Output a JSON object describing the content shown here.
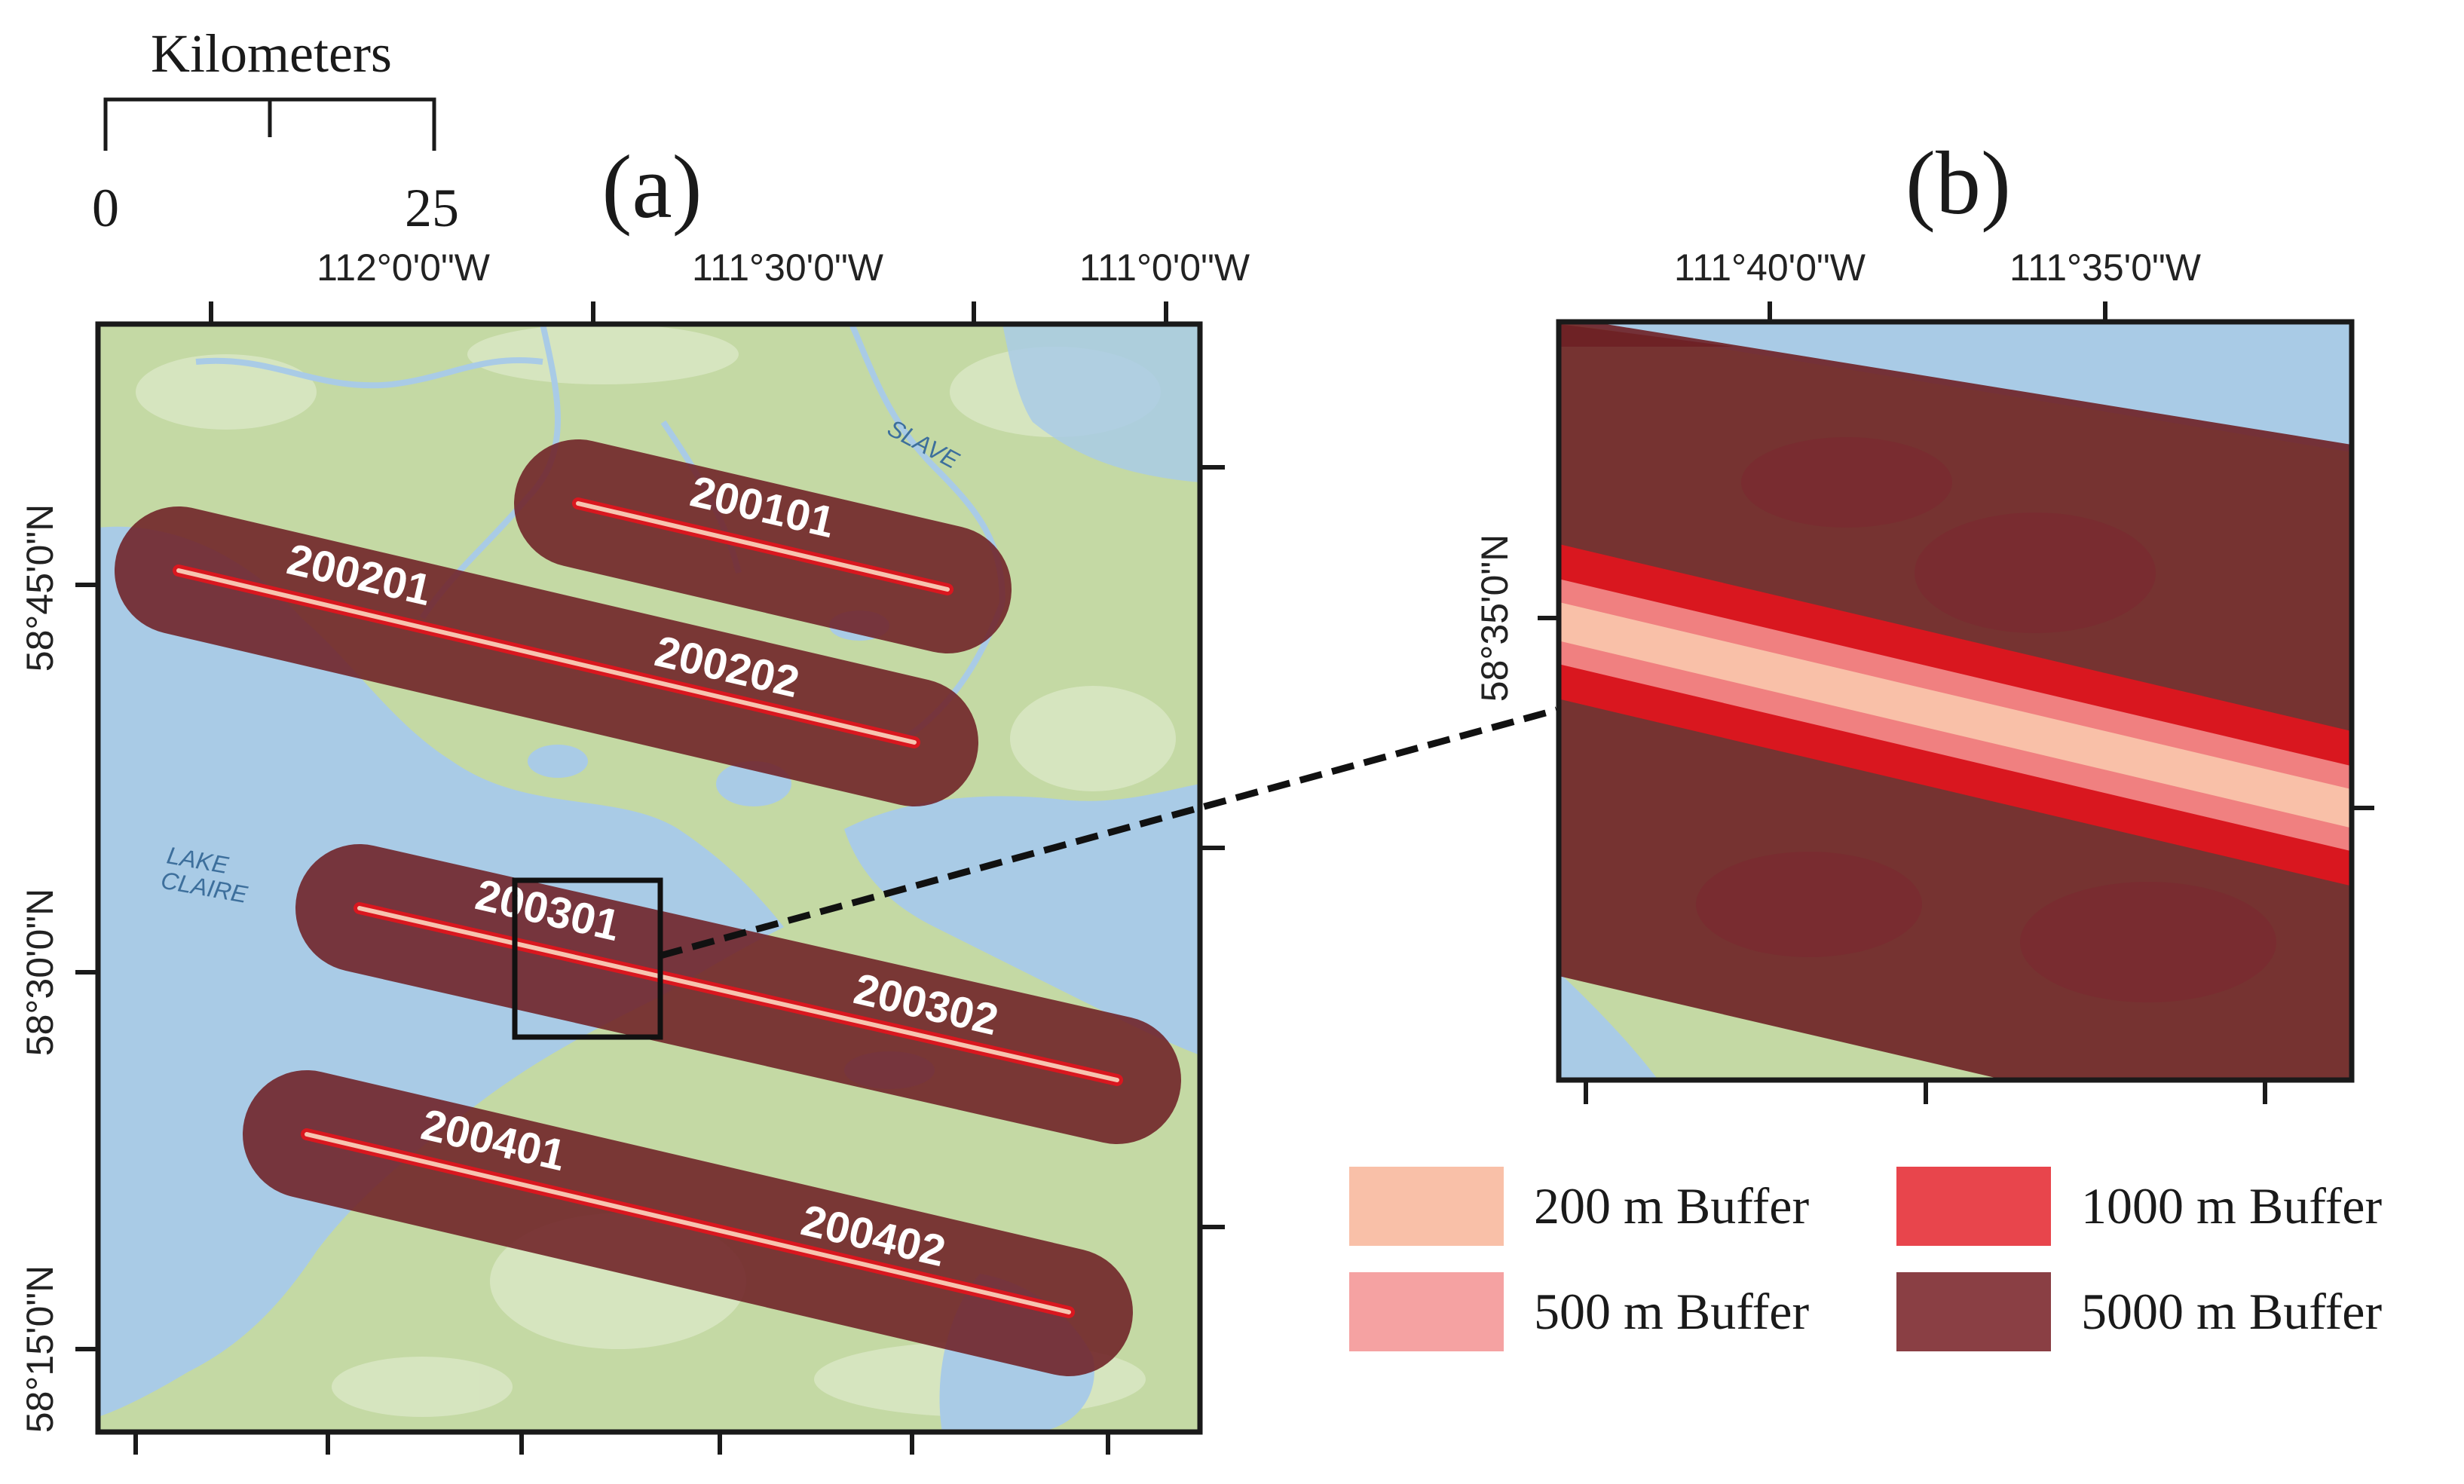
{
  "scale_bar": {
    "title": "Kilometers",
    "tick_start": "0",
    "tick_end": "25"
  },
  "panel_a": {
    "label": "(a)",
    "longitude_labels": [
      "112°0'0\"W",
      "111°30'0\"W",
      "111°0'0\"W"
    ],
    "latitude_labels": [
      "58°45'0\"N",
      "58°30'0\"N",
      "58°15'0\"N"
    ],
    "place_labels": [
      "SLAVE",
      "LAKE",
      "CLAIRE"
    ],
    "transect_labels": [
      "200101",
      "200201",
      "200202",
      "200301",
      "200302",
      "200401",
      "200402"
    ]
  },
  "panel_b": {
    "label": "(b)",
    "longitude_labels": [
      "111°40'0\"W",
      "111°35'0\"W"
    ],
    "latitude_labels": [
      "58°35'0\"N"
    ]
  },
  "legend": [
    {
      "label": "200 m Buffer",
      "color": "#f9c0a8"
    },
    {
      "label": "1000 m Buffer",
      "color": "#e8454c"
    },
    {
      "label": "500 m Buffer",
      "color": "#f5a2a2"
    },
    {
      "label": "5000 m Buffer",
      "color": "#8a3f44"
    }
  ],
  "colors": {
    "water": "#a9cbe6",
    "land": "#c4d9a4",
    "buffer_5000": "#6e2025",
    "line_core": "#f7c4b0",
    "line_red": "#d9171f"
  }
}
